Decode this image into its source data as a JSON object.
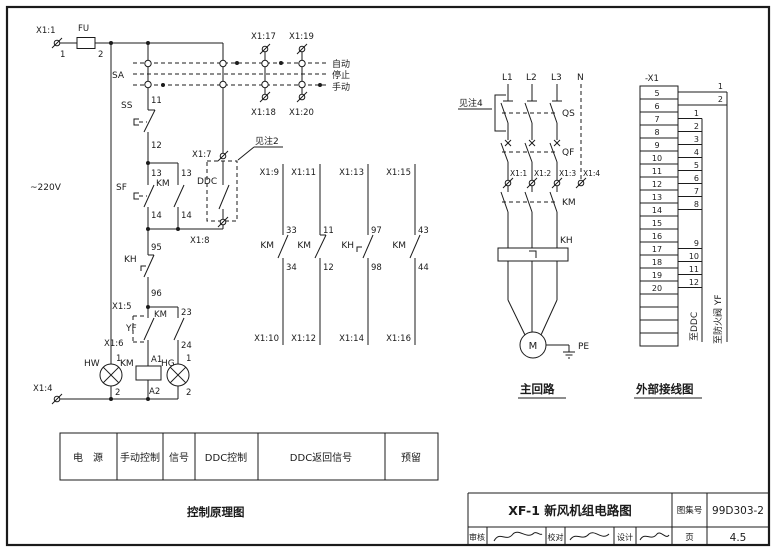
{
  "page": {
    "bg": "#ffffff",
    "ink": "#1b1b1b"
  },
  "ctrl": {
    "x1_1": "X1:1",
    "fu": "FU",
    "n1": "1",
    "n2": "2",
    "v220": "~220V",
    "sa": "SA",
    "x1_17": "X1:17",
    "x1_18": "X1:18",
    "x1_19": "X1:19",
    "x1_20": "X1:20",
    "auto": "自动",
    "stop": "停止",
    "manual": "手动",
    "ss": "SS",
    "n11": "11",
    "n12": "12",
    "sf": "SF",
    "sf13": "13",
    "sf14": "14",
    "km_aux": "KM",
    "km13": "13",
    "km14": "14",
    "x1_7": "X1:7",
    "ddc": "DDC",
    "note2": "见注2",
    "x1_8": "X1:8",
    "kh": "KH",
    "n95": "95",
    "n96": "96",
    "x1_5": "X1:5",
    "yf": "YF",
    "x1_6": "X1:6",
    "km_seal": "KM",
    "n23": "23",
    "n24": "24",
    "hw": "HW",
    "hw1": "1",
    "hw2": "2",
    "km_coil": "KM",
    "a1": "A1",
    "a2": "A2",
    "hg": "HG",
    "hg1": "1",
    "hg2": "2",
    "x1_4": "X1:4"
  },
  "ret": {
    "cols": [
      {
        "top": "X1:9",
        "dev": "KM",
        "tn": "33",
        "bn": "34",
        "bot": "X1:10"
      },
      {
        "top": "X1:11",
        "dev": "KM",
        "tn": "11",
        "bn": "12",
        "bot": "X1:12"
      },
      {
        "top": "X1:13",
        "dev": "KH",
        "tn": "97",
        "bn": "98",
        "bot": "X1:14"
      },
      {
        "top": "X1:15",
        "dev": "KM",
        "tn": "43",
        "bn": "44",
        "bot": "X1:16"
      }
    ]
  },
  "main": {
    "note4": "见注4",
    "l1": "L1",
    "l2": "L2",
    "l3": "L3",
    "n": "N",
    "qs": "QS",
    "qf": "QF",
    "t1": "X1:1",
    "t2": "X1:2",
    "t3": "X1:3",
    "t4": "X1:4",
    "km": "KM",
    "kh": "KH",
    "m": "M",
    "pe": "PE",
    "caption": "主回路"
  },
  "strip": {
    "title": "-X1",
    "rows": [
      "5",
      "6",
      "7",
      "8",
      "9",
      "10",
      "11",
      "12",
      "13",
      "14",
      "15",
      "16",
      "17",
      "18",
      "19",
      "20"
    ],
    "outer": [
      "1",
      "2"
    ],
    "inner": [
      "1",
      "2",
      "3",
      "4",
      "5",
      "6",
      "7",
      "8"
    ],
    "inner2": [
      "9",
      "10",
      "11",
      "12"
    ],
    "to_ddc": "至DDC",
    "to_yf": "至防火阀 YF",
    "caption": "外部接线图"
  },
  "legend": {
    "cells": [
      "电　源",
      "手动控制",
      "信号",
      "DDC控制",
      "DDC返回信号",
      "预留"
    ],
    "caption": "控制原理图"
  },
  "tb": {
    "title": "XF-1 新风机组电路图",
    "atlas_label": "图集号",
    "atlas_no": "99D303-2",
    "page_label": "页",
    "page_no": "4.5",
    "review": "审核",
    "proof": "校对",
    "design": "设计"
  }
}
